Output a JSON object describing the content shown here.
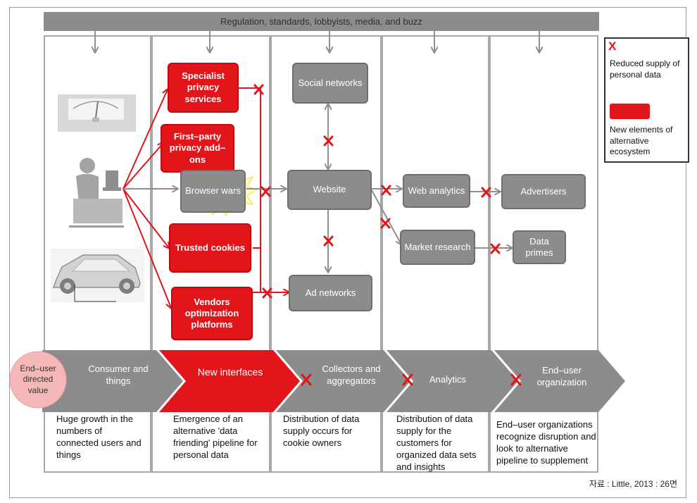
{
  "header": {
    "label": "Regulation, standards, lobbyists, media, and buzz"
  },
  "boxes": {
    "specialist": "Specialist privacy services",
    "first_party": "First–party privacy add–ons",
    "browser_wars": "Browser wars",
    "trusted_cookies": "Trusted cookies",
    "vendors": "Vendors optimization platforms",
    "social": "Social networks",
    "website": "Website",
    "ad_networks": "Ad networks",
    "web_analytics": "Web analytics",
    "market_research": "Market research",
    "advertisers": "Advertisers",
    "data_primes": "Data primes"
  },
  "stages": {
    "end_user_value": "End–user directed value",
    "consumer": "Consumer and things",
    "new_interfaces": "New interfaces",
    "collectors": "Collectors and aggregators",
    "analytics": "Analytics",
    "end_user_org": "End–user organization"
  },
  "descriptions": {
    "col1": "Huge growth in the numbers of connected users and things",
    "col2": "Emergence of an alternative 'data friending' pipeline for personal data",
    "col3": "Distribution of data supply occurs for cookie owners",
    "col4": "Distribution of data supply for the customers for organized data sets and insights",
    "col5": "End–user organizations recognize disruption and look to alternative pipeline to supplement"
  },
  "legend": {
    "x_mark": "X",
    "x_label": "Reduced supply of personal data",
    "swatch_label": "New elements of alternative ecosystem"
  },
  "source": "자료 : Little, 2013 : 26면",
  "colors": {
    "red": "#e2151b",
    "gray": "#8c8c8c",
    "arrow_gray": "#8f8f8f",
    "pink": "#f4b8b8"
  }
}
